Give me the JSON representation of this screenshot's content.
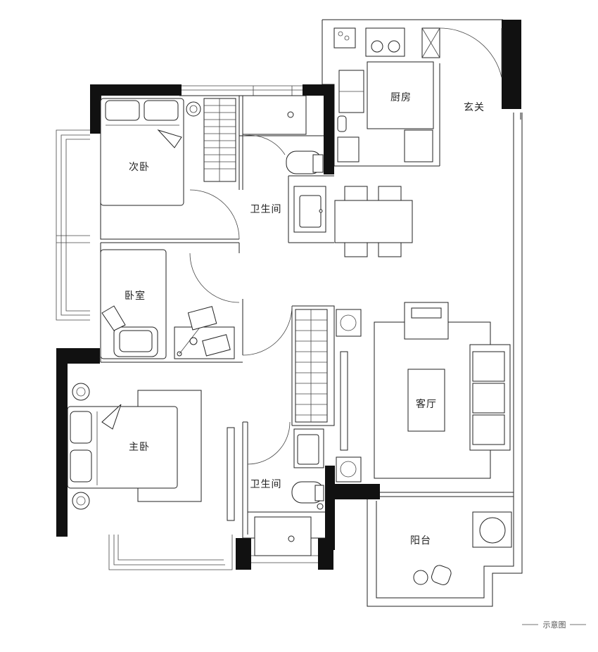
{
  "rooms": {
    "second_bedroom": "次卧",
    "bedroom": "卧室",
    "master_bedroom": "主卧",
    "bathroom_top": "卫生间",
    "bathroom_bottom": "卫生间",
    "kitchen": "厨房",
    "entrance": "玄关",
    "living_room": "客厅",
    "balcony": "阳台"
  },
  "legend": {
    "note": "示意图"
  }
}
